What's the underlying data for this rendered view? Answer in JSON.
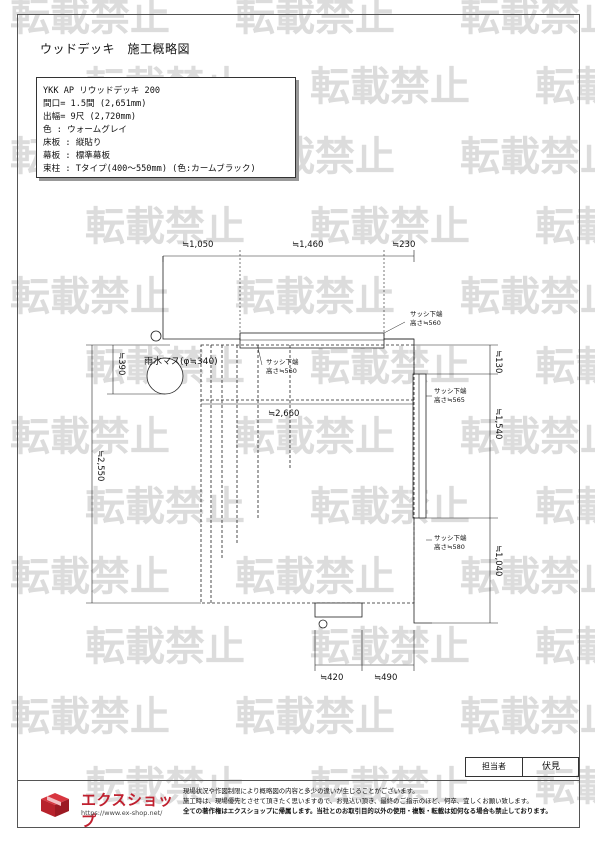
{
  "title": "ウッドデッキ　施工概略図",
  "watermark": "転載禁止",
  "spec": [
    "YKK AP リウッドデッキ 200",
    "間口= 1.5間 (2,651mm)",
    "出幅= 9尺 (2,720mm)",
    "色 : ウォームグレイ",
    "床板 : 縦貼り",
    "幕板 : 標準幕板",
    "束柱 : Tタイプ(400～550mm) (色:カームブラック)"
  ],
  "dimensions": {
    "top_1": "≒1,050",
    "top_2": "≒1,460",
    "top_3": "≒230",
    "left_1": "≒390",
    "left_2": "≒2,550",
    "right_1": "≒130",
    "right_2": "≒1,540",
    "right_3": "≒1,040",
    "inner": "≒2,660",
    "bottom_1": "≒420",
    "bottom_2": "≒490"
  },
  "labels": {
    "rain_basin": "雨水マス(φ≒340)",
    "sash1_a": "サッシ下端",
    "sash1_b": "高さ≒560",
    "sash2_a": "サッシ下端",
    "sash2_b": "高さ≒560",
    "sash3_a": "サッシ下端",
    "sash3_b": "高さ≒565",
    "sash4_a": "サッシ下端",
    "sash4_b": "高さ≒580"
  },
  "signature": {
    "label": "担当者",
    "name": "伏見"
  },
  "footer": {
    "logo": "エクスショップ",
    "url": "https://www.ex-shop.net/",
    "note1": "現場状況や作図制限により概略図の内容と多少の違いが生じることがございます。",
    "note2": "施工時は、現場優先とさせて頂きたく思いますので、お見込い頂き、最終のご指示のほど、何卒、宜しくお願い致します。",
    "note3": "全ての著作権はエクスショップに帰属します。当社とのお取引目的以外の使用・複製・転載は如何なる場合も禁止しております。"
  }
}
